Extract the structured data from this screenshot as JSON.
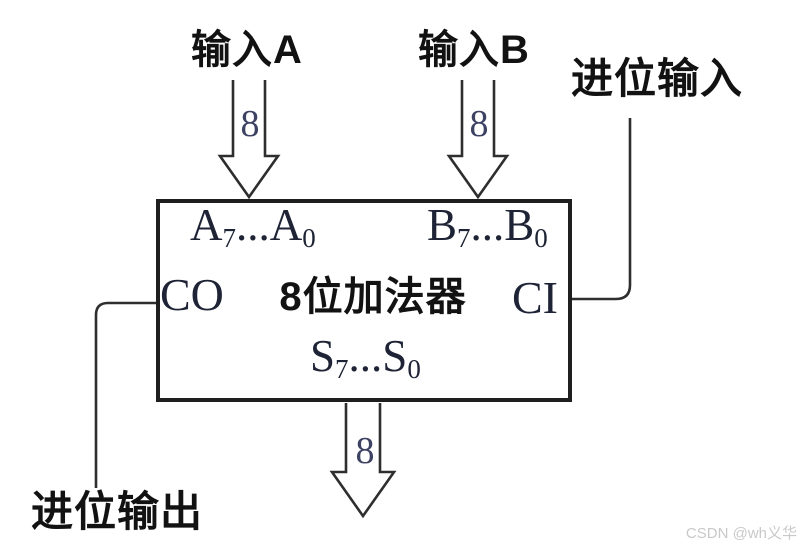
{
  "diagram": {
    "input_a_label": "输入A",
    "input_b_label": "输入B",
    "carry_in_label": "进位输入",
    "carry_out_label": "进位输出",
    "bus_width_a": "8",
    "bus_width_b": "8",
    "bus_width_s": "8",
    "adder": {
      "title": "8位加法器",
      "carry_out_port": "CO",
      "carry_in_port": "CI",
      "port_a": {
        "b1": "A",
        "s1": "7",
        "d": "...",
        "b2": "A",
        "s2": "0"
      },
      "port_b": {
        "b1": "B",
        "s1": "7",
        "d": "...",
        "b2": "B",
        "s2": "0"
      },
      "port_s": {
        "b1": "S",
        "s1": "7",
        "d": "...",
        "b2": "S",
        "s2": "0"
      }
    }
  },
  "watermark": "CSDN @wh义华",
  "colors": {
    "line": "#2e2e2e",
    "box_border": "#1f1f1f",
    "cjk_text": "#121212",
    "serif_text": "#1e2335",
    "bus_label": "#3d4263",
    "watermark": "#c9c9c9",
    "background": "#ffffff"
  }
}
